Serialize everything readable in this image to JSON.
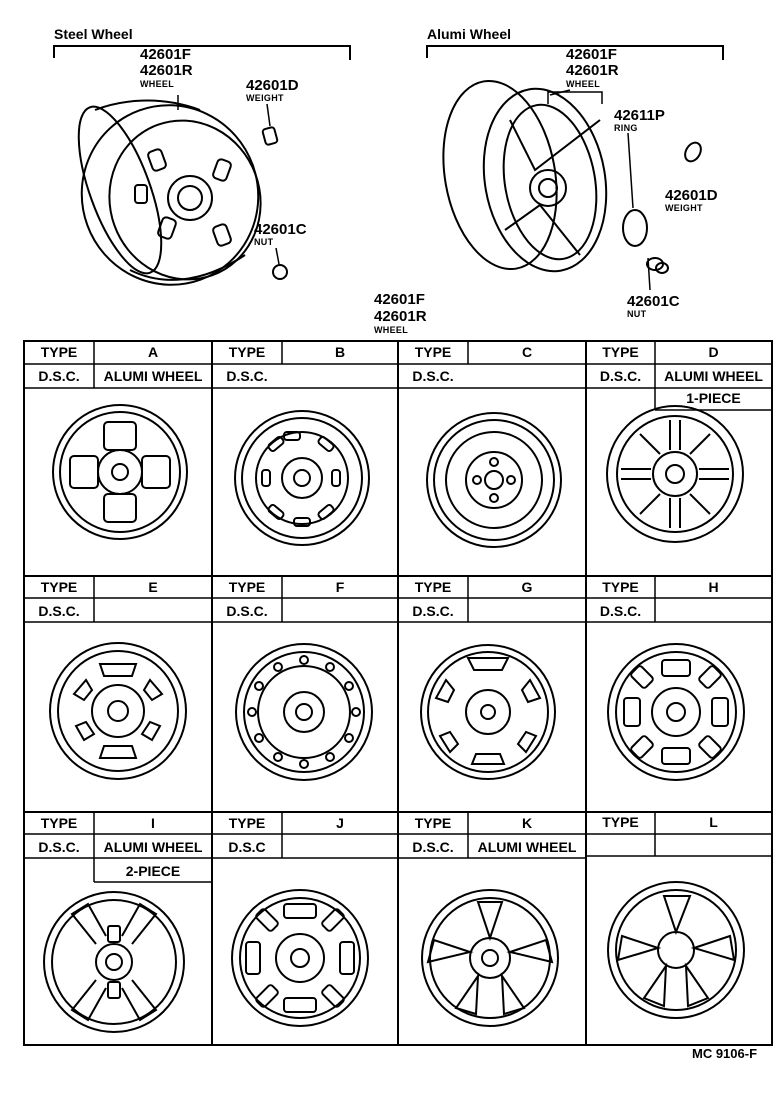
{
  "steel": {
    "heading": "Steel Wheel",
    "part_main_1": "42601F",
    "part_main_2": "42601R",
    "part_main_label": "WHEEL",
    "weight_part": "42601D",
    "weight_label": "WEIGHT",
    "nut_part": "42601C",
    "nut_label": "NUT"
  },
  "alumi": {
    "heading": "Alumi Wheel",
    "part_main_1": "42601F",
    "part_main_2": "42601R",
    "part_main_label": "WHEEL",
    "ring_part": "42611P",
    "ring_label": "RING",
    "weight_part": "42601D",
    "weight_label": "WEIGHT",
    "nut_part": "42601C",
    "nut_label": "NUT"
  },
  "table_header": {
    "part_1": "42601F",
    "part_2": "42601R",
    "label": "WHEEL"
  },
  "labels": {
    "type": "TYPE",
    "dsc": "D.S.C.",
    "dsc_j": "D.S.C"
  },
  "types": [
    {
      "id": "A",
      "dsc": "ALUMI WHEEL",
      "note": ""
    },
    {
      "id": "B",
      "dsc": "",
      "note": ""
    },
    {
      "id": "C",
      "dsc": "",
      "note": ""
    },
    {
      "id": "D",
      "dsc": "ALUMI WHEEL",
      "note": "1-PIECE"
    },
    {
      "id": "E",
      "dsc": "",
      "note": ""
    },
    {
      "id": "F",
      "dsc": "",
      "note": ""
    },
    {
      "id": "G",
      "dsc": "",
      "note": ""
    },
    {
      "id": "H",
      "dsc": "",
      "note": ""
    },
    {
      "id": "I",
      "dsc": "ALUMI WHEEL",
      "note": "2-PIECE"
    },
    {
      "id": "J",
      "dsc": "",
      "note": ""
    },
    {
      "id": "K",
      "dsc": "ALUMI WHEEL",
      "note": ""
    },
    {
      "id": "L",
      "dsc": "",
      "note": ""
    }
  ],
  "footer_code": "MC 9106-F"
}
